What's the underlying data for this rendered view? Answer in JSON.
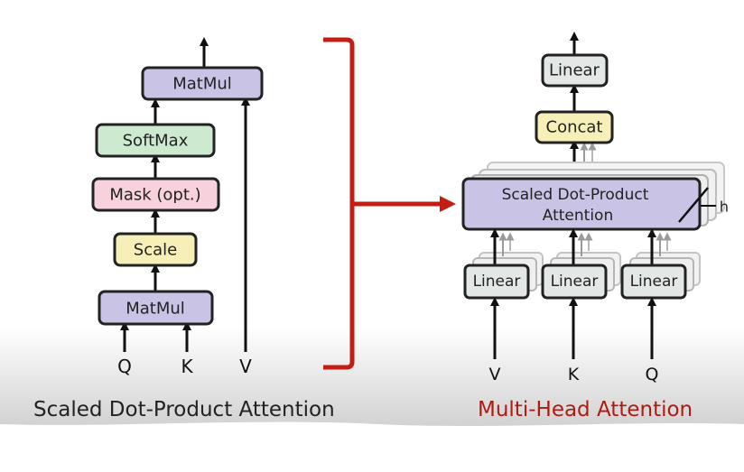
{
  "left_diagram": {
    "title": "Scaled Dot-Product Attention",
    "boxes": {
      "matmul_top": "MatMul",
      "softmax": "SoftMax",
      "mask": "Mask (opt.)",
      "scale": "Scale",
      "matmul_bottom": "MatMul"
    },
    "inputs": {
      "q": "Q",
      "k": "K",
      "v": "V"
    }
  },
  "right_diagram": {
    "title": "Multi-Head Attention",
    "boxes": {
      "linear_top": "Linear",
      "concat": "Concat",
      "sdpa_line1": "Scaled Dot-Product",
      "sdpa_line2": "Attention",
      "linear_v": "Linear",
      "linear_k": "Linear",
      "linear_q": "Linear"
    },
    "heads_label": "h",
    "inputs": {
      "v": "V",
      "k": "K",
      "q": "Q"
    }
  },
  "colors": {
    "matmul": "#c9c3e6",
    "softmax": "#cde9cf",
    "mask": "#f7d2dc",
    "scale": "#f6efb8",
    "concat": "#f6efb8",
    "linear": "#e3e7e6",
    "sdpa": "#c9c3e6",
    "bracket": "#c41e14",
    "title_right": "#b01a12"
  }
}
